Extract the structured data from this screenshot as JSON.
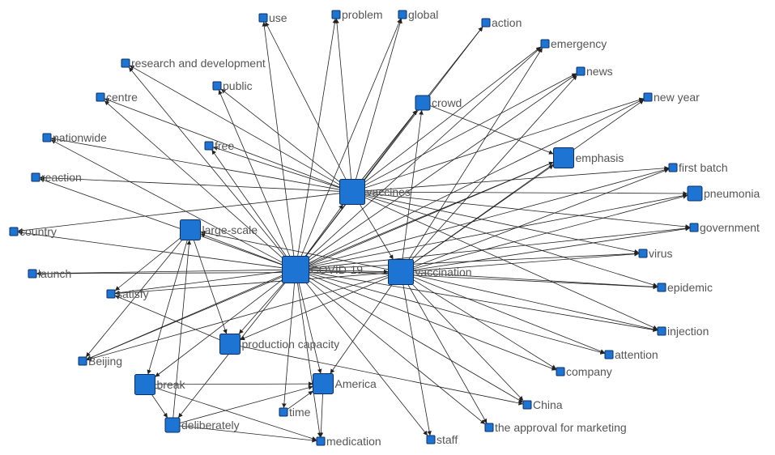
{
  "network": {
    "node_color": "#1e74d3",
    "edge_color": "#222222",
    "label_color": "#555555",
    "nodes": [
      {
        "id": "use",
        "label": "use",
        "weight": 1
      },
      {
        "id": "problem",
        "label": "problem",
        "weight": 1
      },
      {
        "id": "global",
        "label": "global",
        "weight": 1
      },
      {
        "id": "action",
        "label": "action",
        "weight": 1
      },
      {
        "id": "emergency",
        "label": "emergency",
        "weight": 1
      },
      {
        "id": "research",
        "label": "research and development",
        "weight": 1
      },
      {
        "id": "news",
        "label": "news",
        "weight": 1
      },
      {
        "id": "public",
        "label": "public",
        "weight": 1
      },
      {
        "id": "centre",
        "label": "centre",
        "weight": 1
      },
      {
        "id": "crowd",
        "label": "crowd",
        "weight": 2
      },
      {
        "id": "newyear",
        "label": "new year",
        "weight": 1
      },
      {
        "id": "nationwide",
        "label": "nationwide",
        "weight": 1
      },
      {
        "id": "free",
        "label": "free",
        "weight": 1
      },
      {
        "id": "emphasis",
        "label": "emphasis",
        "weight": 3
      },
      {
        "id": "firstbatch",
        "label": "first batch",
        "weight": 1
      },
      {
        "id": "reaction",
        "label": "reaction",
        "weight": 1
      },
      {
        "id": "vaccines",
        "label": "vaccines",
        "weight": 4
      },
      {
        "id": "pneumonia",
        "label": "pneumonia",
        "weight": 2
      },
      {
        "id": "government",
        "label": "government",
        "weight": 1
      },
      {
        "id": "country",
        "label": "country",
        "weight": 1
      },
      {
        "id": "largescale",
        "label": "large-scale",
        "weight": 3
      },
      {
        "id": "virus",
        "label": "virus",
        "weight": 1
      },
      {
        "id": "covid",
        "label": "COVID-19",
        "weight": 5
      },
      {
        "id": "vaccination",
        "label": "vaccination",
        "weight": 4
      },
      {
        "id": "launch",
        "label": "launch",
        "weight": 1
      },
      {
        "id": "epidemic",
        "label": "epidemic",
        "weight": 1
      },
      {
        "id": "satisfy",
        "label": "satisfy",
        "weight": 1
      },
      {
        "id": "injection",
        "label": "injection",
        "weight": 1
      },
      {
        "id": "production",
        "label": "production capacity",
        "weight": 3
      },
      {
        "id": "attention",
        "label": "attention",
        "weight": 1
      },
      {
        "id": "beijing",
        "label": "Beijing",
        "weight": 1
      },
      {
        "id": "company",
        "label": "company",
        "weight": 1
      },
      {
        "id": "break",
        "label": "break",
        "weight": 3
      },
      {
        "id": "america",
        "label": "America",
        "weight": 3
      },
      {
        "id": "china",
        "label": "China",
        "weight": 1
      },
      {
        "id": "time",
        "label": "time",
        "weight": 1
      },
      {
        "id": "deliberately",
        "label": "deliberately",
        "weight": 2
      },
      {
        "id": "approval",
        "label": "the approval for marketing",
        "weight": 1
      },
      {
        "id": "staff",
        "label": "staff",
        "weight": 1
      },
      {
        "id": "medication",
        "label": "medication",
        "weight": 1
      }
    ],
    "edges": [
      [
        "vaccines",
        "use"
      ],
      [
        "vaccines",
        "problem"
      ],
      [
        "vaccines",
        "global"
      ],
      [
        "vaccines",
        "action"
      ],
      [
        "vaccines",
        "emergency"
      ],
      [
        "vaccines",
        "news"
      ],
      [
        "vaccines",
        "newyear"
      ],
      [
        "vaccines",
        "crowd"
      ],
      [
        "vaccines",
        "research"
      ],
      [
        "vaccines",
        "centre"
      ],
      [
        "vaccines",
        "nationwide"
      ],
      [
        "vaccines",
        "reaction"
      ],
      [
        "vaccines",
        "free"
      ],
      [
        "vaccines",
        "public"
      ],
      [
        "vaccines",
        "firstbatch"
      ],
      [
        "vaccines",
        "pneumonia"
      ],
      [
        "vaccines",
        "government"
      ],
      [
        "vaccines",
        "virus"
      ],
      [
        "vaccines",
        "epidemic"
      ],
      [
        "vaccines",
        "injection"
      ],
      [
        "vaccines",
        "vaccination"
      ],
      [
        "vaccines",
        "country"
      ],
      [
        "covid",
        "use"
      ],
      [
        "covid",
        "problem"
      ],
      [
        "covid",
        "global"
      ],
      [
        "covid",
        "action"
      ],
      [
        "covid",
        "research"
      ],
      [
        "covid",
        "public"
      ],
      [
        "covid",
        "centre"
      ],
      [
        "covid",
        "nationwide"
      ],
      [
        "covid",
        "free"
      ],
      [
        "covid",
        "reaction"
      ],
      [
        "covid",
        "country"
      ],
      [
        "covid",
        "launch"
      ],
      [
        "covid",
        "satisfy"
      ],
      [
        "covid",
        "beijing"
      ],
      [
        "covid",
        "largescale"
      ],
      [
        "covid",
        "vaccines"
      ],
      [
        "covid",
        "emphasis"
      ],
      [
        "covid",
        "crowd"
      ],
      [
        "covid",
        "newyear"
      ],
      [
        "covid",
        "news"
      ],
      [
        "covid",
        "pneumonia"
      ],
      [
        "covid",
        "government"
      ],
      [
        "covid",
        "virus"
      ],
      [
        "covid",
        "epidemic"
      ],
      [
        "covid",
        "injection"
      ],
      [
        "covid",
        "attention"
      ],
      [
        "covid",
        "company"
      ],
      [
        "covid",
        "china"
      ],
      [
        "covid",
        "approval"
      ],
      [
        "covid",
        "staff"
      ],
      [
        "covid",
        "medication"
      ],
      [
        "covid",
        "time"
      ],
      [
        "covid",
        "america"
      ],
      [
        "covid",
        "deliberately"
      ],
      [
        "covid",
        "break"
      ],
      [
        "covid",
        "production"
      ],
      [
        "covid",
        "vaccination"
      ],
      [
        "covid",
        "firstbatch"
      ],
      [
        "covid",
        "emergency"
      ],
      [
        "vaccination",
        "crowd"
      ],
      [
        "vaccination",
        "emphasis"
      ],
      [
        "vaccination",
        "firstbatch"
      ],
      [
        "vaccination",
        "pneumonia"
      ],
      [
        "vaccination",
        "government"
      ],
      [
        "vaccination",
        "virus"
      ],
      [
        "vaccination",
        "epidemic"
      ],
      [
        "vaccination",
        "injection"
      ],
      [
        "vaccination",
        "attention"
      ],
      [
        "vaccination",
        "company"
      ],
      [
        "vaccination",
        "china"
      ],
      [
        "vaccination",
        "approval"
      ],
      [
        "vaccination",
        "staff"
      ],
      [
        "vaccination",
        "america"
      ],
      [
        "vaccination",
        "production"
      ],
      [
        "vaccination",
        "largescale"
      ],
      [
        "vaccination",
        "satisfy"
      ],
      [
        "vaccination",
        "beijing"
      ],
      [
        "vaccination",
        "launch"
      ],
      [
        "vaccination",
        "newyear"
      ],
      [
        "vaccination",
        "news"
      ],
      [
        "vaccination",
        "emergency"
      ],
      [
        "largescale",
        "break"
      ],
      [
        "largescale",
        "production"
      ],
      [
        "largescale",
        "satisfy"
      ],
      [
        "largescale",
        "beijing"
      ],
      [
        "break",
        "america"
      ],
      [
        "break",
        "deliberately"
      ],
      [
        "break",
        "medication"
      ],
      [
        "deliberately",
        "america"
      ],
      [
        "deliberately",
        "medication"
      ],
      [
        "deliberately",
        "largescale"
      ],
      [
        "production",
        "china"
      ],
      [
        "production",
        "satisfy"
      ],
      [
        "america",
        "medication"
      ],
      [
        "time",
        "america"
      ],
      [
        "crowd",
        "emphasis"
      ],
      [
        "emphasis",
        "beijing"
      ]
    ]
  }
}
